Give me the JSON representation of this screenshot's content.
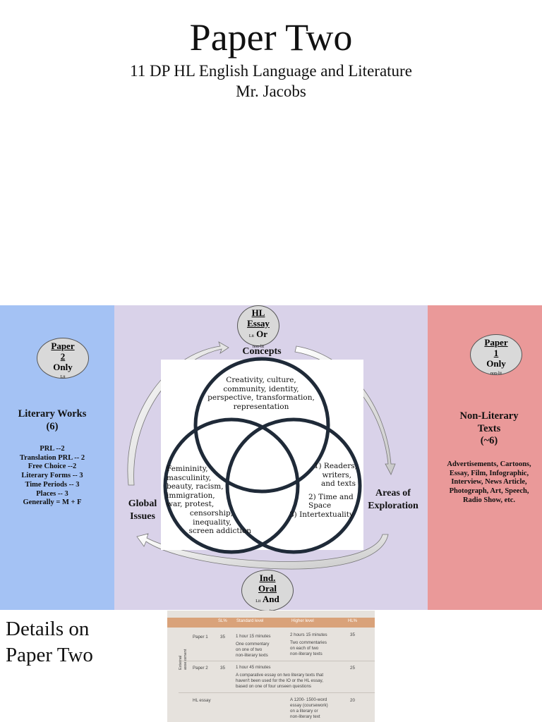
{
  "header": {
    "title": "Paper Two",
    "subtitle": "11 DP HL English Language and Literature",
    "teacher": "Mr. Jacobs"
  },
  "diagram": {
    "left": {
      "oval_top": "Paper",
      "oval_num": "2",
      "oval_only": "Only",
      "oval_small": "Lit",
      "heading": "Literary Works",
      "heading_count": "(6)",
      "items": [
        "PRL --2",
        "Translation PRL -- 2",
        "Free Choice --2",
        "Literary Forms -- 3",
        "Time Periods -- 3",
        "Places -- 3",
        "Generally = M + F"
      ]
    },
    "right": {
      "oval_top": "Paper",
      "oval_num": "1",
      "oval_only": "Only",
      "oval_small": "non-lit",
      "heading_line1": "Non-Literary",
      "heading_line2": "Texts",
      "heading_count": "(~6)",
      "items": [
        "Advertisements, Cartoons,",
        "Essay, Film, Infographic,",
        "Interview, News Article,",
        "Photograph, Art, Speech,",
        "Radio Show, etc."
      ]
    },
    "top_oval": {
      "line1": "HL",
      "line2": "Essay",
      "small1": "Lit",
      "or": "Or",
      "small2": "non-lit"
    },
    "bottom_oval": {
      "line1": "Ind.",
      "line2": "Oral",
      "small1": "Lit",
      "and": "And",
      "small2": "non-lit"
    },
    "concepts": "Concepts",
    "global_issues_1": "Global",
    "global_issues_2": "Issues",
    "areas_1": "Areas of",
    "areas_2": "Exploration",
    "concepts_text": [
      "Creativity, culture,",
      "community, identity,",
      "perspective, transformation,",
      "representation"
    ],
    "global_text": [
      "Femininity,",
      "masculinity,",
      "beauty, racism,",
      "immigration,",
      "war, protest,",
      "censorship,",
      "inequality,",
      "screen addiction"
    ],
    "areas_text": [
      "1) Readers,",
      "writers,",
      "and texts",
      "2) Time and",
      "Space",
      "3) Intertextuality"
    ]
  },
  "details": {
    "line1": "Details on",
    "line2": "Paper Two"
  },
  "table_photo": {
    "headers": [
      "SL%",
      "Standard level",
      "Higher level",
      "HL%"
    ],
    "rows": [
      {
        "name": "Paper 1",
        "sl": "35",
        "sl_text": [
          "1 hour 15 minutes",
          "One commentary",
          "on one of two",
          "non-literary texts"
        ],
        "hl_text": [
          "2 hours 15 minutes",
          "Two commentaries",
          "on each of two",
          "non-literary texts"
        ],
        "hl": "35"
      },
      {
        "name": "Paper 2",
        "sl": "35",
        "sl_text": [
          "1 hour 45 minutes",
          "A comparative essay on two literary texts that",
          "haven't been used for the IO or the HL essay,",
          "based on one of four unseen questions"
        ],
        "hl_text": [],
        "hl": "25"
      },
      {
        "name": "HL essay",
        "sl": "",
        "sl_text": [],
        "hl_text": [
          "A 1200- 1500-word",
          "essay (coursework)",
          "on a literary or",
          "non-literary text"
        ],
        "hl": "20"
      }
    ],
    "side_label": [
      "External",
      "assessment"
    ]
  }
}
